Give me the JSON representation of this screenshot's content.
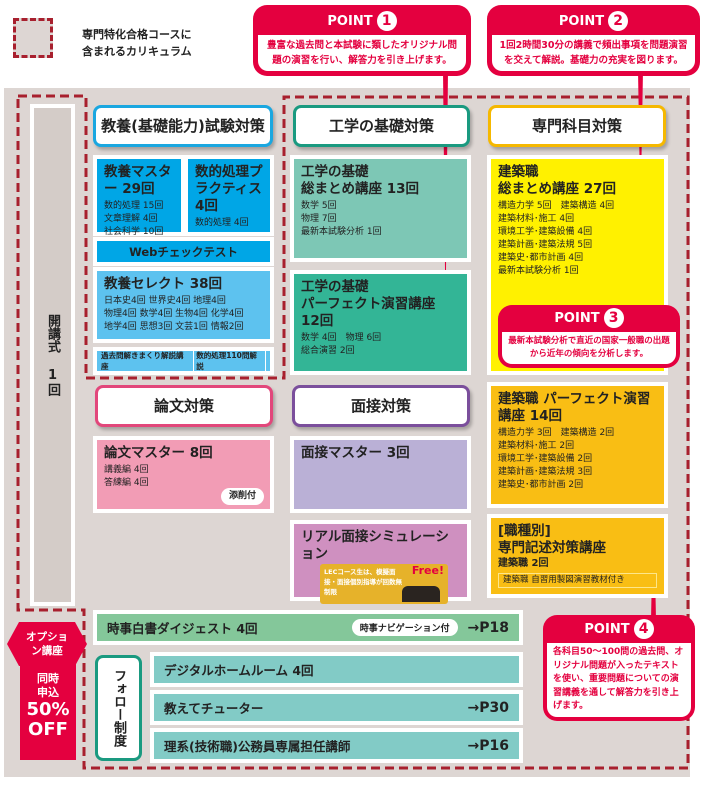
{
  "legend": {
    "text_1": "専門特化合格コースに",
    "text_2": "含まれるカリキュラム"
  },
  "points": [
    {
      "label": "POINT",
      "number": "1",
      "text": "豊富な過去問と本試験に類したオリジナル問題の演習を行い、解答力を引き上げます。"
    },
    {
      "label": "POINT",
      "number": "2",
      "text": "1回2時間30分の講義で頻出事項を問題演習を交えて解説。基礎力の充実を図ります。"
    },
    {
      "label": "POINT",
      "number": "3",
      "text": "最新本試験分析で直近の国家一般職の出題から近年の傾向を分析します。"
    },
    {
      "label": "POINT",
      "number": "4",
      "text": "各科目50～100問の過去問、オリジナル問題が入ったテキストを使い、重要問題についての演習講義を通して解答力を引き上げます。"
    }
  ],
  "opening": {
    "text": "開講式 1回"
  },
  "kyoyo": {
    "header": "教養(基礎能力)試験対策",
    "master": {
      "title": "教養マスター 29回",
      "lines": [
        "数的処理 15回",
        "文章理解 4回",
        "社会科学 10回"
      ]
    },
    "practice": {
      "title": "数的処理プラクティス 4回",
      "lines": [
        "数的処理 4回"
      ]
    },
    "webtest": "Webチェックテスト",
    "select": {
      "title": "教養セレクト 38回",
      "lines": [
        "日本史4回 世界史4回 地理4回",
        "物理4回 数学4回 生物4回 化学4回",
        "地学4回 思想3回 文芸1回 情報2回"
      ]
    },
    "kakomon": {
      "text": "過去問解きまくり解説講座",
      "badge": "数的処理110問解説"
    }
  },
  "kogaku": {
    "header": "工学の基礎対策",
    "summary": {
      "title_1": "工学の基礎",
      "title_2": "総まとめ講座 13回",
      "lines": [
        "数学 5回",
        "物理 7回",
        "最新本試験分析 1回"
      ]
    },
    "perfect": {
      "title_1": "工学の基礎",
      "title_2": "パーフェクト演習講座",
      "title_3": "12回",
      "lines": [
        "数学 4回　物理 6回",
        "総合演習 2回"
      ]
    }
  },
  "senmon": {
    "header": "専門科目対策",
    "summary": {
      "title_1": "建築職",
      "title_2": "総まとめ講座 27回",
      "lines": [
        "構造力学 5回　建築構造 4回",
        "建築材料･施工 4回",
        "環境工学･建築設備 4回",
        "建築計画･建築法規 5回",
        "建築史･都市計画 4回",
        "最新本試験分析 1回"
      ]
    },
    "perfect": {
      "title_1": "建築職 パーフェクト演習",
      "title_2": "講座 14回",
      "lines": [
        "構造力学 3回　建築構造 2回",
        "建築材料･施工 2回",
        "環境工学･建築設備 2回",
        "建築計画･建築法規 3回",
        "建築史･都市計画 2回"
      ]
    },
    "kijutsu": {
      "title_1": "[職種別]",
      "title_2": "専門記述対策講座",
      "sub": "建築職 2回",
      "note": "建築職 自習用製図演習教材付き"
    }
  },
  "ronbun": {
    "header": "論文対策",
    "master": {
      "title": "論文マスター 8回",
      "lines": [
        "講義編 4回",
        "答練編 4回"
      ],
      "badge": "添削付"
    }
  },
  "mensetsu": {
    "header": "面接対策",
    "master": {
      "title": "面接マスター 3回"
    },
    "sim": {
      "title": "リアル面接シミュレーション",
      "free": "Free!",
      "note": "LECコース生は、模擬面接・面接個別指導が回数無制限"
    }
  },
  "option": {
    "badge": "オプション講座",
    "text_1": "同時申込",
    "discount": "50%",
    "text_2": "OFF"
  },
  "jiji": {
    "title": "時事白書ダイジェスト 4回",
    "badge": "時事ナビゲーション付",
    "page": "→P18"
  },
  "follow": {
    "label": "フォロー制度",
    "items": [
      {
        "title": "デジタルホームルーム 4回",
        "page": ""
      },
      {
        "title": "教えてチューター",
        "page": "→P30"
      },
      {
        "title": "理系(技術職)公務員専属担任講師",
        "page": "→P16"
      }
    ]
  },
  "colors": {
    "accent": "#e4003f",
    "dashed": "#a8202e",
    "panel": "#ddd6d3",
    "kyoyo": "#00a6e6",
    "kogaku": "#33b596",
    "senmon": "#fff100",
    "ronbun": "#f29cb5",
    "mensetsu": "#bab0d6"
  }
}
